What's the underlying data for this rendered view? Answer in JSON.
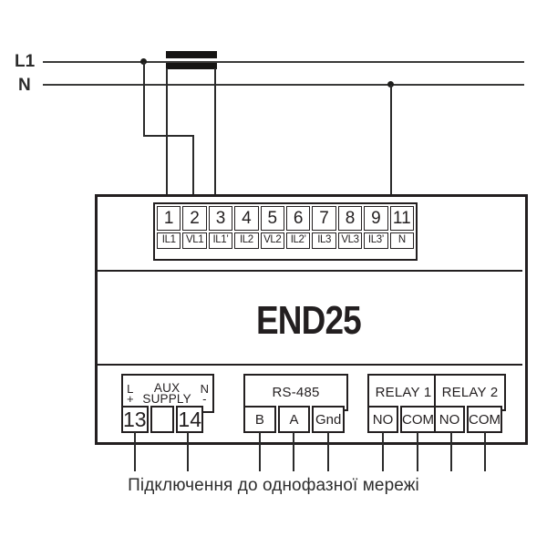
{
  "power": {
    "l1_label": "L1",
    "n_label": "N"
  },
  "device": {
    "model": "END25",
    "terminal_numbers": [
      "1",
      "2",
      "3",
      "4",
      "5",
      "6",
      "7",
      "8",
      "9",
      "11"
    ],
    "terminal_labels": [
      "IL1",
      "VL1",
      "IL1’",
      "IL2",
      "VL2",
      "IL2’",
      "IL3",
      "VL3",
      "IL3’",
      "N"
    ],
    "aux": {
      "line1": "AUX",
      "line2": "SUPPLY",
      "left_top": "L",
      "left_bottom": "+",
      "right_top": "N",
      "right_bottom": "-",
      "t13": "13",
      "t14": "14"
    },
    "rs485": {
      "title": "RS-485",
      "b": "B",
      "a": "A",
      "gnd": "Gnd"
    },
    "relay1": {
      "title": "RELAY 1",
      "no": "NO",
      "com": "COM"
    },
    "relay2": {
      "title": "RELAY 2",
      "no": "NO",
      "com": "COM"
    }
  },
  "caption": "Підключення до однофазної мережі",
  "colors": {
    "wire": "#3a3a39",
    "border": "#231f20",
    "text": "#231f20",
    "ct_fill": "#161514"
  }
}
